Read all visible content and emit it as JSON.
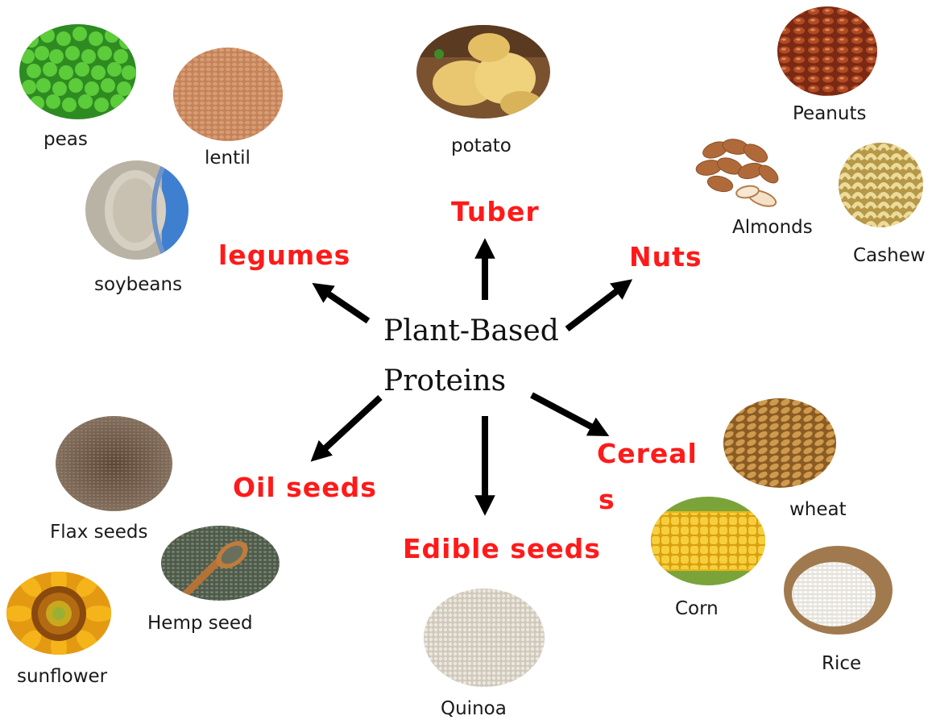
{
  "title_line1": "Plant-Based",
  "title_line2": "Proteins",
  "colors": {
    "category": "#ff1a1a",
    "arrow": "#000000",
    "label": "#1a1a1a"
  },
  "categories": {
    "tuber": "Tuber",
    "legumes": "legumes",
    "nuts": "Nuts",
    "oil_seeds": "Oil seeds",
    "edible_seeds": "Edible seeds",
    "cereals_line1": "Cereal",
    "cereals_line2": "s"
  },
  "foods": {
    "peas": "peas",
    "lentil": "lentil",
    "soybeans": "soybeans",
    "potato": "potato",
    "peanuts": "Peanuts",
    "almonds": "Almonds",
    "cashew": "Cashew",
    "flax_seeds": "Flax seeds",
    "hemp_seed": "Hemp seed",
    "sunflower": "sunflower",
    "quinoa": "Quinoa",
    "wheat": "wheat",
    "corn": "Corn",
    "rice": "Rice"
  },
  "food_icons": {
    "peas": "peas-photo",
    "lentil": "lentil-photo",
    "soybeans": "soybeans-photo",
    "potato": "potato-photo",
    "peanuts": "peanuts-photo",
    "almonds": "almonds-photo",
    "cashew": "cashew-photo",
    "flax_seeds": "flax-seeds-photo",
    "hemp_seed": "hemp-seed-photo",
    "sunflower": "sunflower-photo",
    "quinoa": "quinoa-photo",
    "wheat": "wheat-photo",
    "corn": "corn-photo",
    "rice": "rice-photo"
  }
}
